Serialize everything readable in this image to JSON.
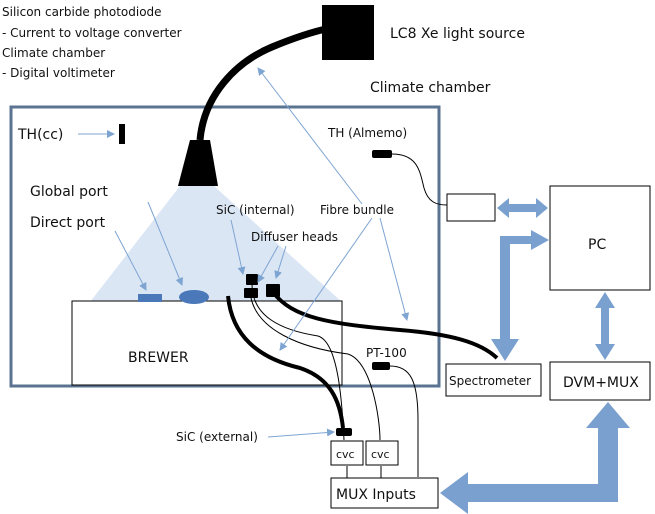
{
  "legend": {
    "line1": "Silicon carbide photodiode",
    "line2": "- Current to voltage converter",
    "line3": "Climate chamber",
    "line4": " - Digital voltimeter"
  },
  "labels": {
    "light_source": "LC8 Xe light source",
    "climate_chamber": "Climate chamber",
    "th_cc": "TH(cc)",
    "th_almemo": "TH (Almemo)",
    "global_port": "Global port",
    "direct_port": "Direct port",
    "sic_internal": "SiC (internal)",
    "fibre_bundle": "Fibre bundle",
    "diffuser_heads": "Diffuser heads",
    "brewer": "BREWER",
    "pt100": "PT-100",
    "sic_external": "SiC (external)",
    "cvc1": "cvc",
    "cvc2": "cvc",
    "mux_inputs": "MUX Inputs",
    "spectrometer": "Spectrometer",
    "dvm_mux": "DVM+MUX",
    "pc": "PC"
  },
  "colors": {
    "chamber_border": "#5a7390",
    "link_arrow": "#7aa0cf",
    "pointer": "#7ea4d2",
    "light_beam": "#dbe6f5",
    "port": "#4a78b8",
    "cable": "#000000"
  }
}
